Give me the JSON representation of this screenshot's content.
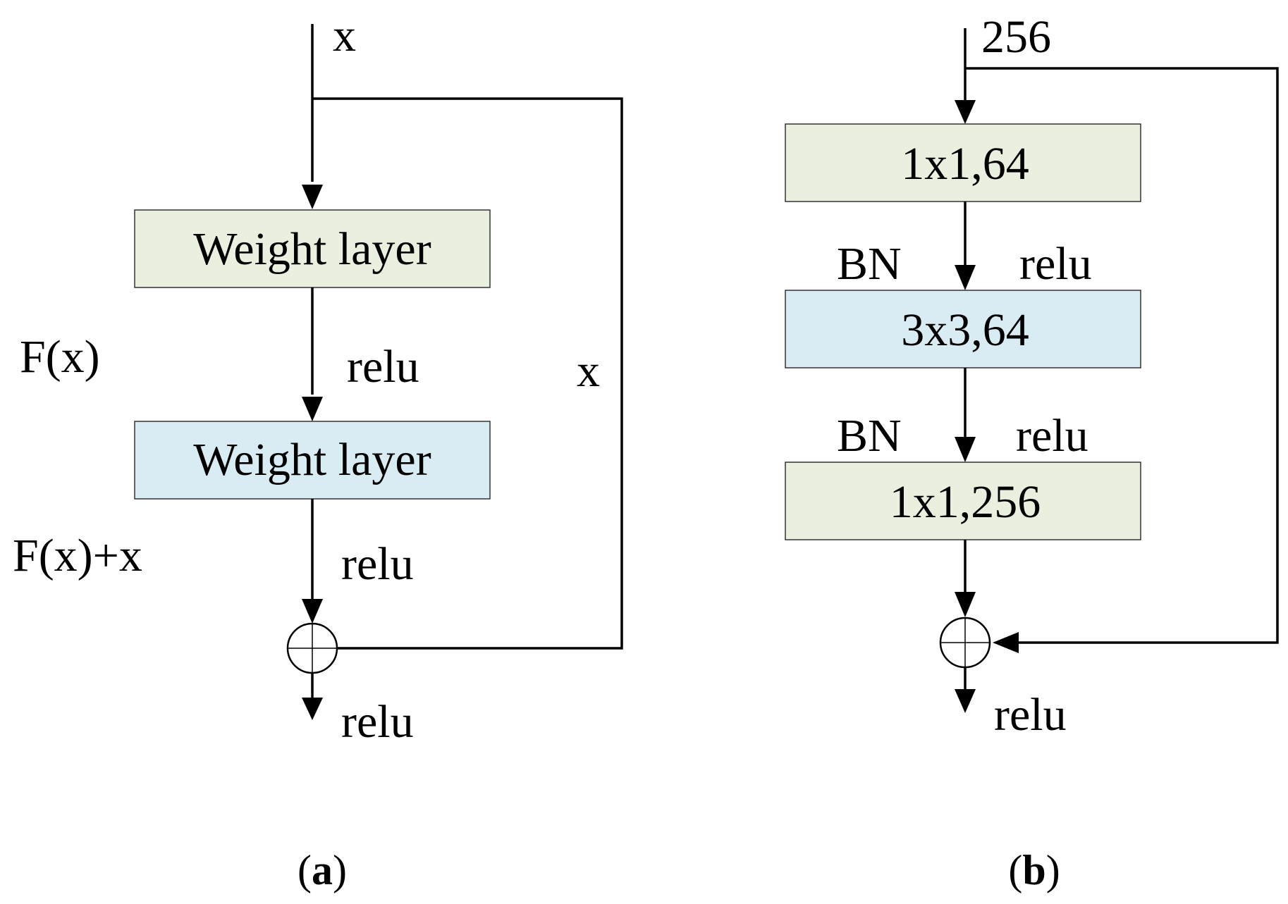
{
  "panel_a": {
    "input_label": "x",
    "box1_label": "Weight layer",
    "box2_label": "Weight layer",
    "mid_relu_label": "relu",
    "pre_add_relu_label": "relu",
    "out_relu_label": "relu",
    "fx_label": "F(x)",
    "fx_plus_x_label": "F(x)+x",
    "skip_label": "x",
    "caption_open": "(",
    "caption_letter": "a",
    "caption_close": ")",
    "box1_color": "#e9f0df",
    "box2_color": "#daecf3"
  },
  "panel_b": {
    "input_label": "256",
    "box1_label": "1x1,64",
    "box2_label": "3x3,64",
    "box3_label": "1x1,256",
    "bn1_label": "BN",
    "relu1_label": "relu",
    "bn2_label": "BN",
    "relu2_label": "relu",
    "out_relu_label": "relu",
    "caption_open": "(",
    "caption_letter": "b",
    "caption_close": ")",
    "box1_color": "#e9f0df",
    "box2_color": "#daecf3",
    "box3_color": "#e9f0df"
  }
}
